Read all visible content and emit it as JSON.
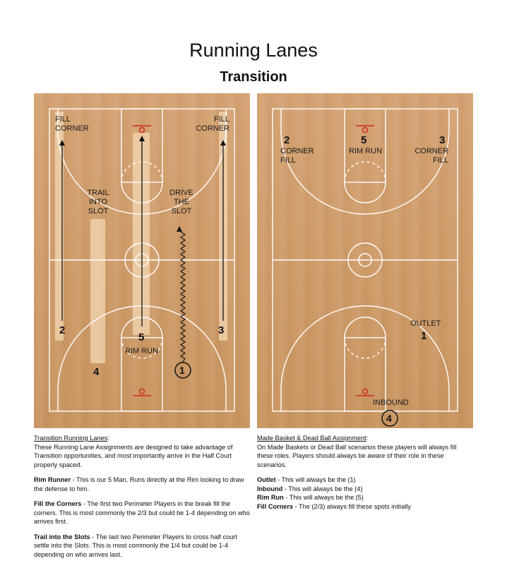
{
  "title": "Running Lanes",
  "subtitle": "Transition",
  "left_court": {
    "fill_corner_left": "FILL\nCORNER",
    "fill_corner_right": "FILL\nCORNER",
    "trail_into_slot": "TRAIL\nINTO\nSLOT",
    "drive_the_slot": "DRIVE\nTHE\nSLOT",
    "rim_run": "RIM RUN",
    "players": {
      "p1": "1",
      "p2": "2",
      "p3": "3",
      "p4": "4",
      "p5": "5"
    }
  },
  "right_court": {
    "corner_fill_left": "CORNER\nFILL",
    "corner_fill_right": "CORNER\nFILL",
    "rim_run": "RIM RUN",
    "outlet": "OUTLET",
    "inbound": "INBOUND",
    "players": {
      "p1": "1",
      "p2": "2",
      "p3": "3",
      "p4": "4",
      "p5": "5"
    }
  },
  "notes_left": {
    "heading": "Transition Running Lanes",
    "heading_suffix": ":",
    "intro": "These Running Lane Assignments are designed to take advantage of Transition opportunities, and most importantly arrive in the Half Court properly spaced.",
    "items": [
      {
        "term": "Rim Runner",
        "text": " - This is our 5 Man, Runs directly at the Rim looking to draw the defense to him."
      },
      {
        "term": "Fill the Corners",
        "text": " - The first two Perimeter Players in the break fill the corners. This is most commonly the 2/3 but could be 1-4 depending on who arrives first."
      },
      {
        "term": "Trail into the Slots",
        "text": " - The last two Perimeter Players to cross half court settle into the Slots. This is most commonly the 1/4 but could be 1-4 depending on who arrives last."
      }
    ]
  },
  "notes_right": {
    "heading": "Made Basket & Dead Ball Assignment",
    "heading_suffix": ":",
    "intro": "On Made Baskets or Dead Ball scenarios these players will always fill these roles. Players should always be aware of their role in these scenarios.",
    "items": [
      {
        "term": "Outlet",
        "text": " - This will always be the (1)"
      },
      {
        "term": "Inbound",
        "text": " - This will always be the (4)"
      },
      {
        "term": "Rim Run",
        "text": " - This will always be the (5)"
      },
      {
        "term": "Fill Corners",
        "text": " - The (2/3) always fill these spots initially"
      }
    ]
  },
  "colors": {
    "court_wood": "#cf9c69",
    "court_lines": "#ffffff",
    "rim": "#cc2a1e",
    "lane_highlight": "#f3d7b3",
    "arrow": "#111111"
  }
}
